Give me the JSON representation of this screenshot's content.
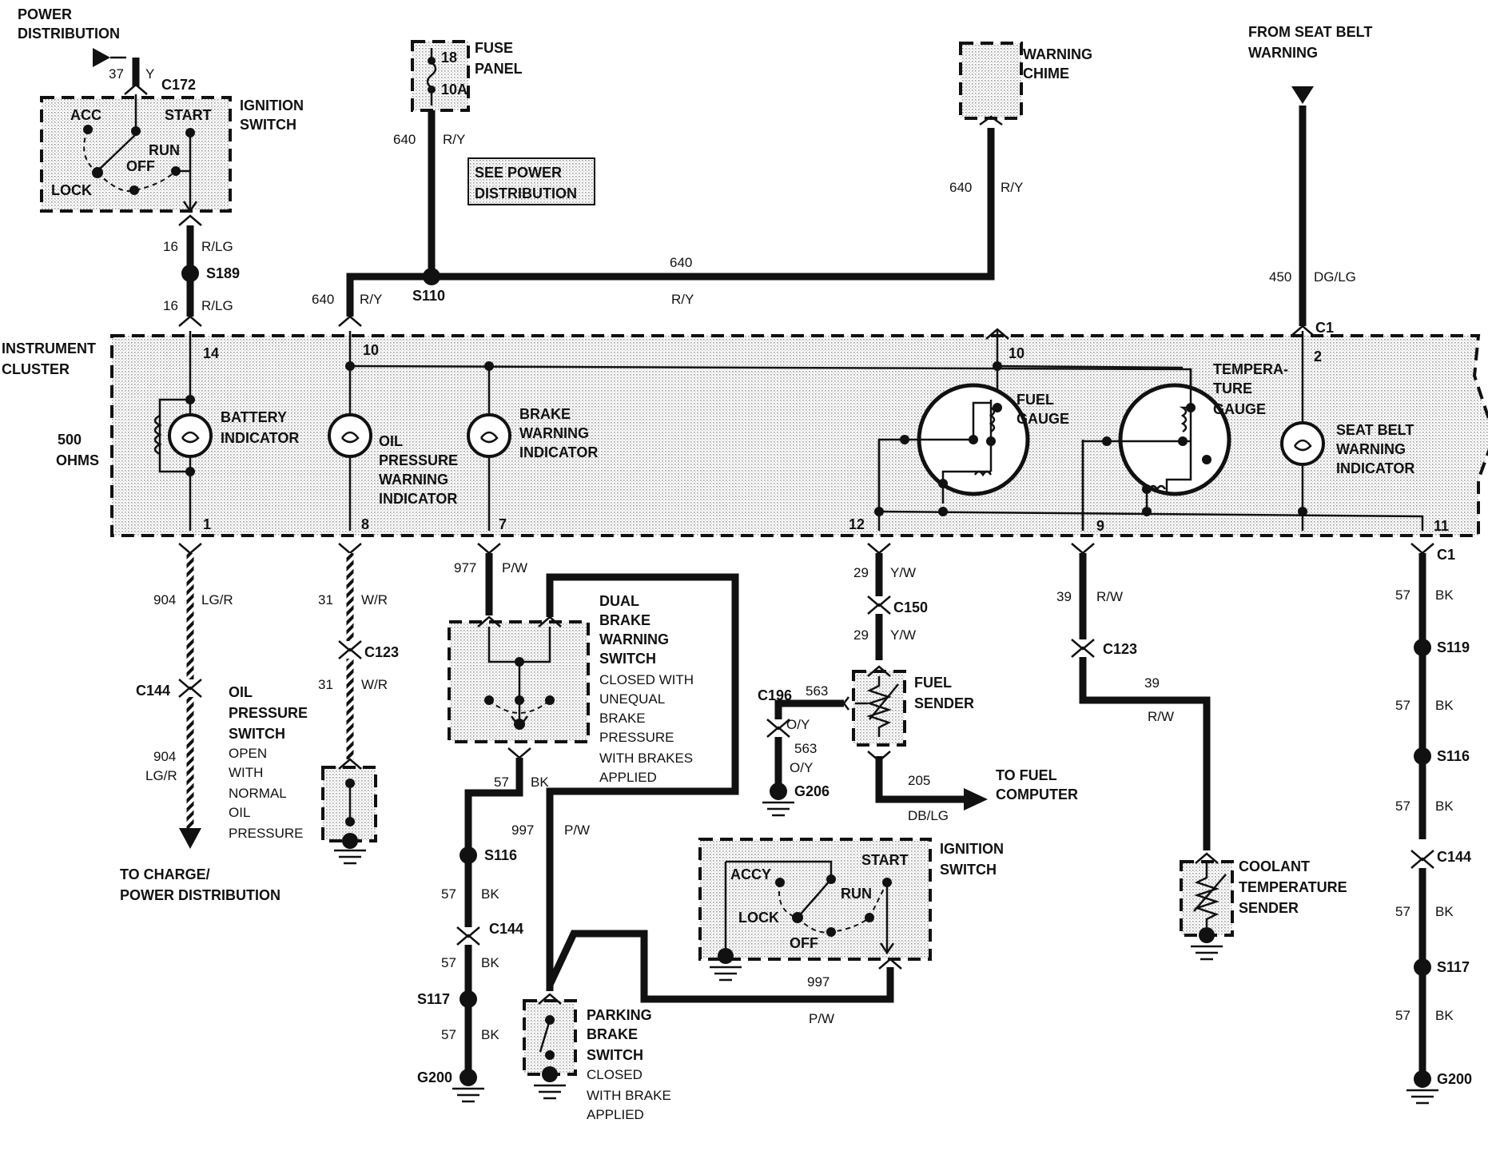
{
  "title_left": [
    "POWER",
    "DISTRIBUTION"
  ],
  "ign_switch_top": {
    "title": [
      "IGNITION",
      "SWITCH"
    ],
    "connector": "C172",
    "positions": {
      "acc": "ACC",
      "start": "START",
      "run": "RUN",
      "off": "OFF",
      "lock": "LOCK"
    },
    "in_circuit": "37",
    "in_color": "Y"
  },
  "fuse_panel": {
    "title": [
      "FUSE",
      "PANEL"
    ],
    "fuse_num": "18",
    "fuse_amp": "10A"
  },
  "see_power": [
    "SEE POWER",
    "DISTRIBUTION"
  ],
  "warning_chime": {
    "title": [
      "WARNING",
      "CHIME"
    ]
  },
  "seat_belt_from": [
    "FROM SEAT BELT",
    "WARNING"
  ],
  "wires": {
    "w640": "640",
    "ry": "R/Y",
    "w16": "16",
    "rlg": "R/LG",
    "w450": "450",
    "dglg": "DG/LG",
    "w904": "904",
    "lgr": "LG/R",
    "w31": "31",
    "wr": "W/R",
    "w977": "977",
    "pw": "P/W",
    "w29": "29",
    "yw": "Y/W",
    "w39": "39",
    "rw": "R/W",
    "w57": "57",
    "bk": "BK",
    "w563": "563",
    "oy": "O/Y",
    "w205": "205",
    "dblg": "DB/LG",
    "w997": "997"
  },
  "splices": {
    "s189": "S189",
    "s110": "S110",
    "s119": "S119",
    "s116": "S116",
    "s117": "S117"
  },
  "connectors": {
    "c1": "C1",
    "c123": "C123",
    "c144": "C144",
    "c150": "C150",
    "c196": "C196"
  },
  "grounds": {
    "g200": "G200",
    "g206": "G206"
  },
  "cluster": {
    "title": [
      "INSTRUMENT",
      "CLUSTER"
    ],
    "resistor": [
      "500",
      "OHMS"
    ],
    "pins": {
      "p14": "14",
      "p10": "10",
      "p10b": "10",
      "p2": "2",
      "p1": "1",
      "p8": "8",
      "p7": "7",
      "p12": "12",
      "p9": "9",
      "p11": "11"
    },
    "battery": [
      "BATTERY",
      "INDICATOR"
    ],
    "oil": [
      "OIL",
      "PRESSURE",
      "WARNING",
      "INDICATOR"
    ],
    "brake": [
      "BRAKE",
      "WARNING",
      "INDICATOR"
    ],
    "fuel_gauge": [
      "FUEL",
      "GAUGE"
    ],
    "temp_gauge": [
      "TEMPERA-",
      "TURE",
      "GAUGE"
    ],
    "seat_belt": [
      "SEAT BELT",
      "WARNING",
      "INDICATOR"
    ]
  },
  "oil_switch": {
    "title": [
      "OIL",
      "PRESSURE",
      "SWITCH"
    ],
    "desc": [
      "OPEN",
      "WITH",
      "NORMAL",
      "OIL",
      "PRESSURE"
    ]
  },
  "to_charge": [
    "TO CHARGE/",
    "POWER DISTRIBUTION"
  ],
  "dual_brake": {
    "title": [
      "DUAL",
      "BRAKE",
      "WARNING",
      "SWITCH"
    ],
    "desc": [
      "CLOSED WITH",
      "UNEQUAL",
      "BRAKE",
      "PRESSURE",
      "WITH BRAKES",
      "APPLIED"
    ]
  },
  "fuel_sender": {
    "title": [
      "FUEL",
      "SENDER"
    ]
  },
  "to_fuel_computer": [
    "TO FUEL",
    "COMPUTER"
  ],
  "ign_switch_bottom": {
    "title": [
      "IGNITION",
      "SWITCH"
    ],
    "positions": {
      "accy": "ACCY",
      "start": "START",
      "run": "RUN",
      "lock": "LOCK",
      "off": "OFF"
    }
  },
  "parking_brake": {
    "title": [
      "PARKING",
      "BRAKE",
      "SWITCH"
    ],
    "desc": [
      "CLOSED",
      "WITH BRAKE",
      "APPLIED"
    ]
  },
  "coolant_sender": {
    "title": [
      "COOLANT",
      "TEMPERATURE",
      "SENDER"
    ]
  }
}
